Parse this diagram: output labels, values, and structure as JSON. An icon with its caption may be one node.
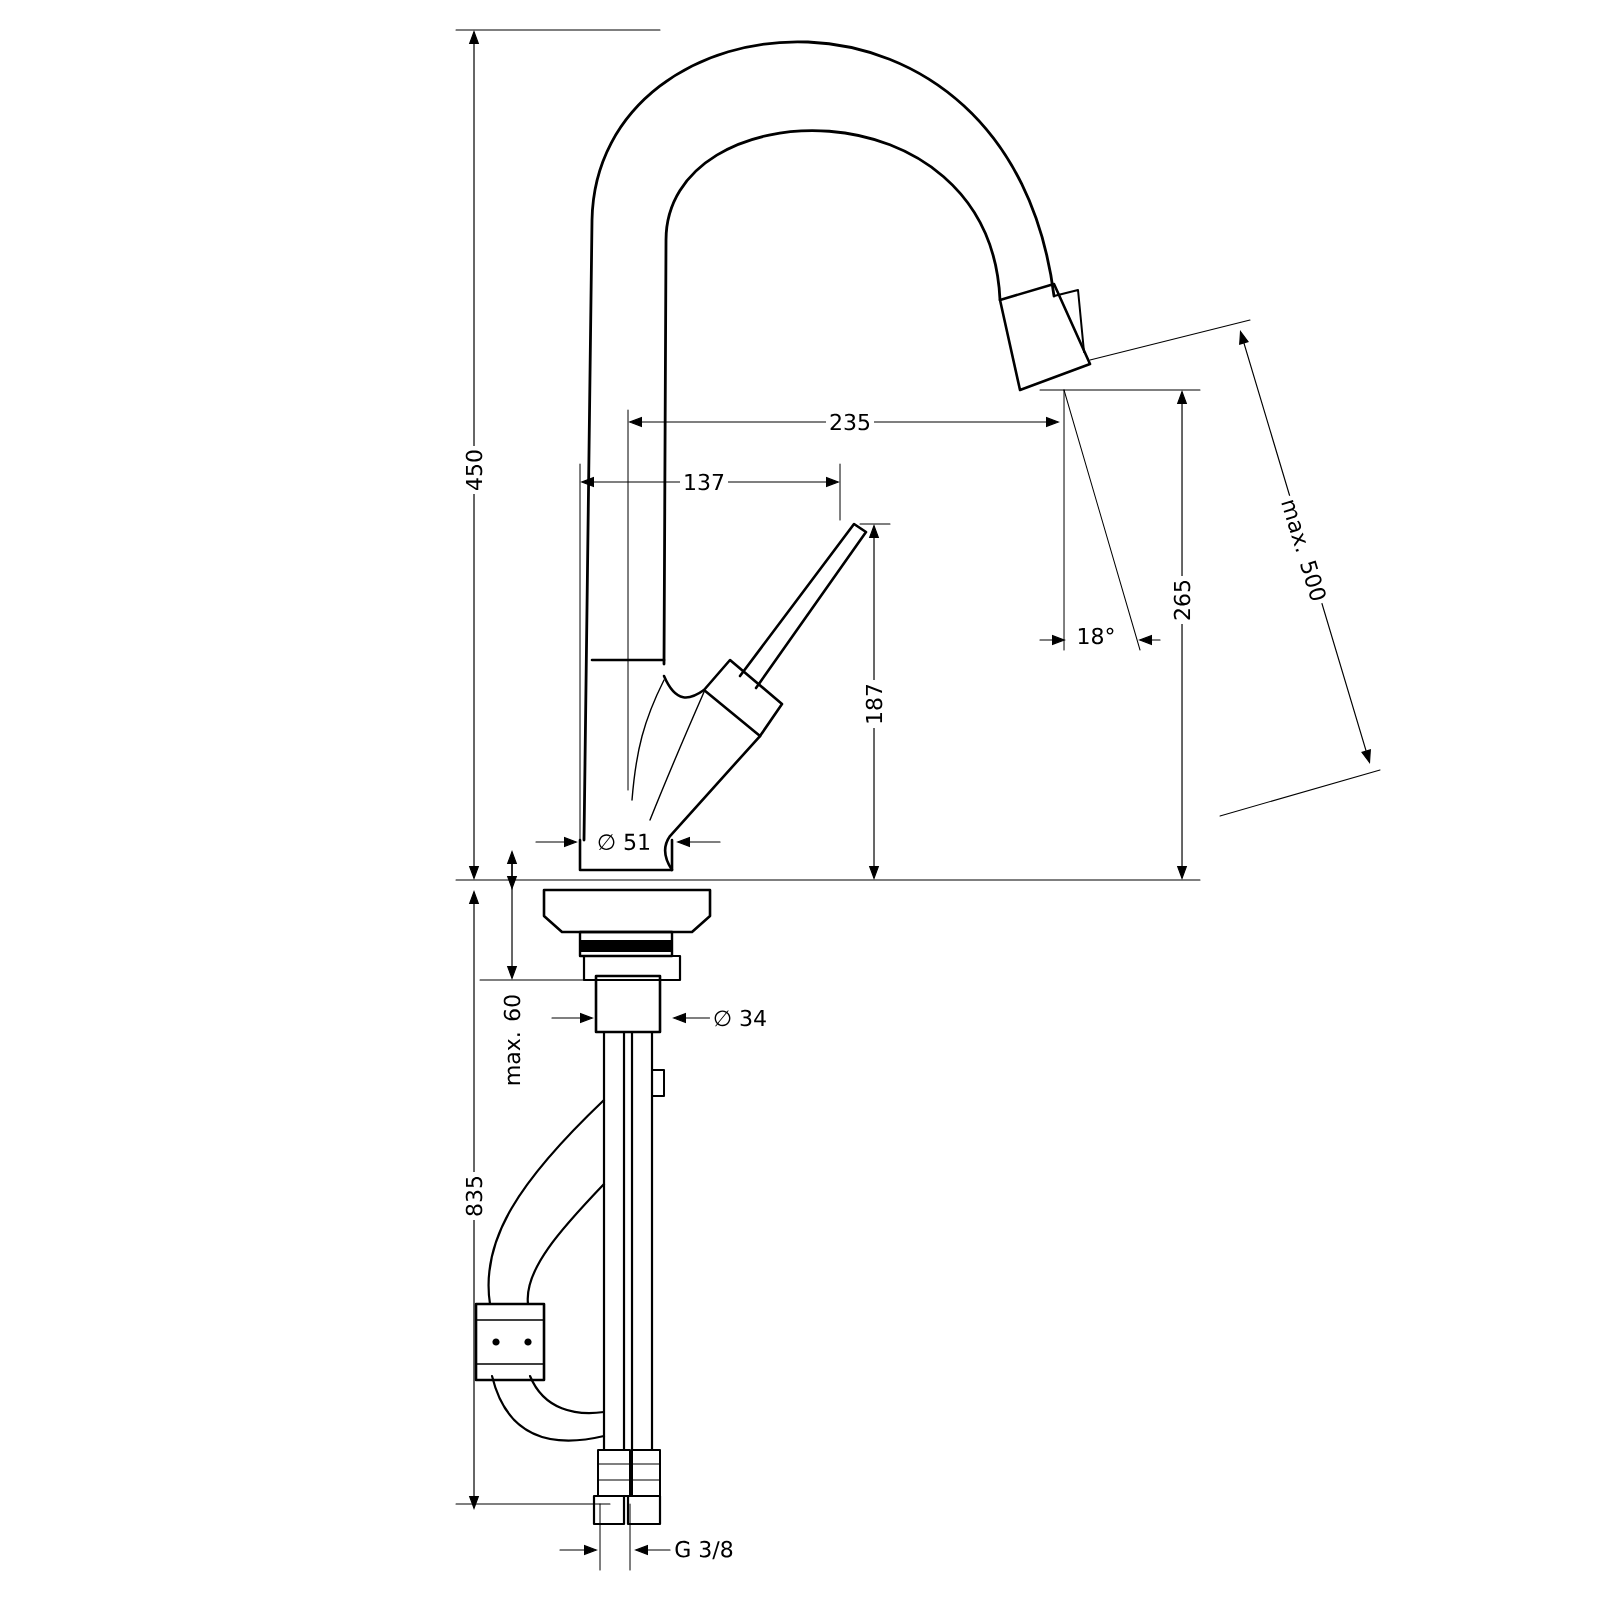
{
  "diagram": {
    "labels": [
      "450",
      "235",
      "137",
      "187",
      "265",
      "max. 500",
      "18°",
      "∅ 51",
      "∅ 34",
      "max. 60",
      "835",
      "G 3/8"
    ]
  }
}
